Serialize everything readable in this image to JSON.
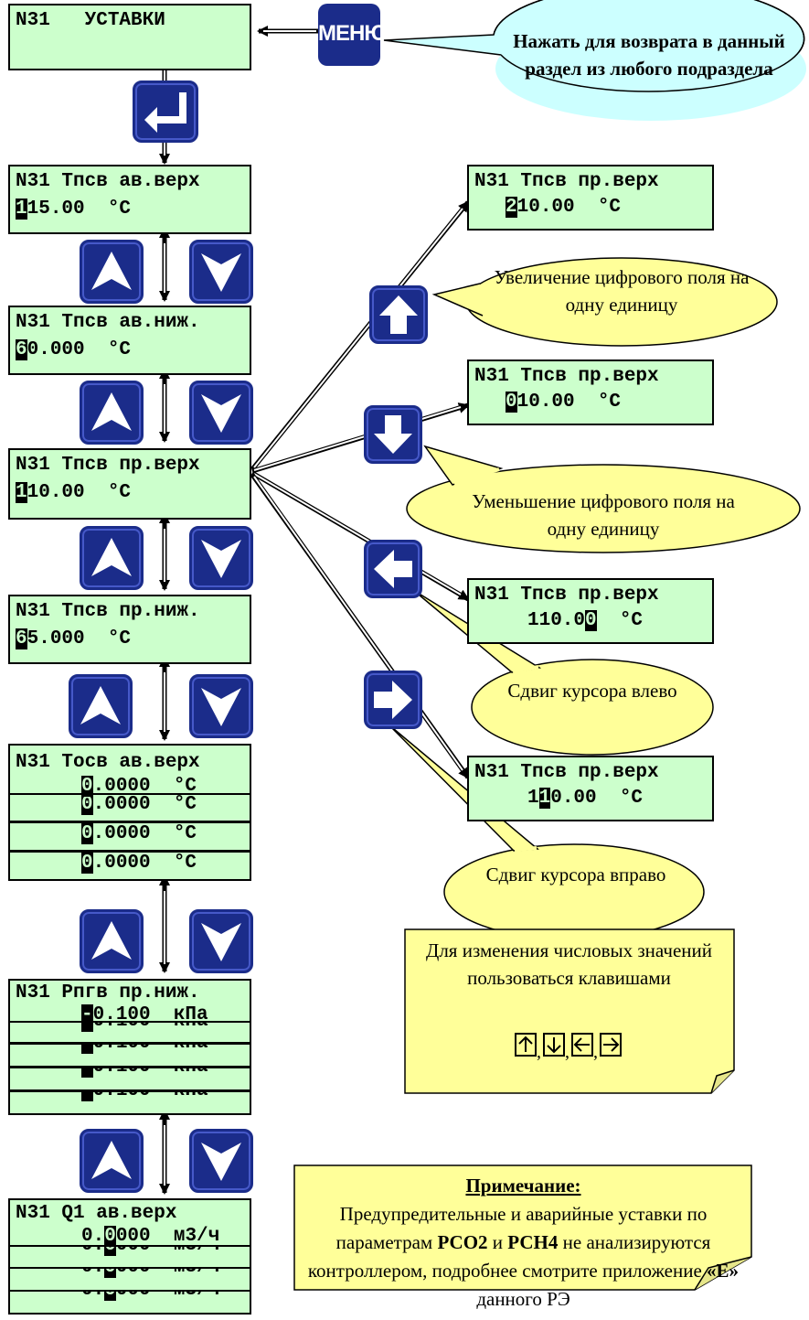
{
  "menu": {
    "screen_line1": "N31   УСТАВКИ",
    "menu_key_label": "МЕНЮ",
    "callout": "Нажать для возврата в данный раздел из любого подраздела"
  },
  "left_screens": [
    {
      "line1": "N31 Тпсв ав.верх",
      "line2_cursor": "1",
      "line2_rest": "15.00  °C"
    },
    {
      "line1": "N31 Тпсв ав.ниж.",
      "line2_cursor": "6",
      "line2_rest": "0.000  °C"
    },
    {
      "line1": "N31 Тпсв пр.верх",
      "line2_cursor": "1",
      "line2_rest": "10.00  °C"
    },
    {
      "line1": "N31 Тпсв пр.ниж.",
      "line2_cursor": "6",
      "line2_rest": "5.000  °C"
    },
    {
      "line1": "N31 Тосв ав.верх",
      "line2_cursor": "0",
      "line2_rest": ".0000  °C"
    },
    {
      "line1": "N31 Рпгв пр.ниж.",
      "line2_cursor": "-",
      "line2_rest": "0.100  кПа"
    },
    {
      "line1": "N31 Q1 ав.верх",
      "line2_pre": "0.",
      "line2_cursor": "0",
      "line2_rest": "000  м3/ч"
    }
  ],
  "right_screens": [
    {
      "line1": "N31 Тпсв пр.верх",
      "pre": "",
      "cursor": "2",
      "rest": "10.00  °C"
    },
    {
      "line1": "N31 Тпсв пр.верх",
      "pre": "",
      "cursor": "0",
      "rest": "10.00  °C"
    },
    {
      "line1": "N31 Тпсв пр.верх",
      "pre": "110.0",
      "cursor": "0",
      "rest": "  °C"
    },
    {
      "line1": "N31 Тпсв пр.верх",
      "pre": "1",
      "cursor": "1",
      "rest": "0.00  °C"
    }
  ],
  "callouts": {
    "up": "Увеличение цифрового поля на одну единицу",
    "down": "Уменьшение цифрового поля на одну единицу",
    "left": "Сдвиг курсора влево",
    "right": "Сдвиг курсора вправо"
  },
  "notes": {
    "keys_note": "Для изменения числовых значений пользоваться клавишами",
    "keys_symbols": "🡩,🡫,🡨,🡪",
    "remark_title": "Примечание:",
    "remark_body_1": "Предупредительные и аварийные уставки по параметрам ",
    "remark_b1": "РСО2",
    "remark_and": " и ",
    "remark_b2": "РСН4",
    "remark_body_2": " не анализируются контроллером, подробнее смотрите приложение ",
    "remark_b3": "«Е»",
    "remark_body_3": " данного РЭ"
  },
  "colors": {
    "lcd": "#ccffcc",
    "key": "#1b2c8a",
    "callout_blue": "#ccffff",
    "callout_yellow": "#ffff99"
  }
}
